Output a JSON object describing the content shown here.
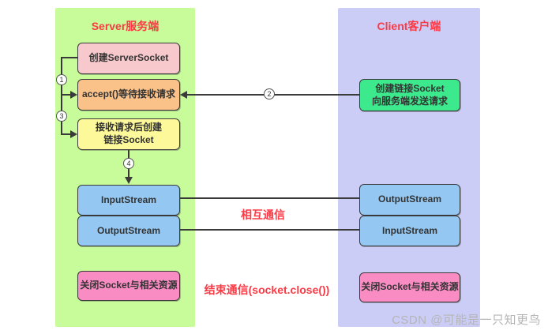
{
  "colors": {
    "server_panel": "#c8fc9a",
    "client_panel": "#cccdf7",
    "pink_box": "#f7c9cc",
    "orange_box": "#fac189",
    "yellow_box": "#fdf99a",
    "blue_box": "#94c8f3",
    "green_box": "#3ce98c",
    "magenta_box": "#fa8cc4",
    "accent_red": "#fb3a45",
    "line": "#3a3a3a",
    "watermark": "#b5b5b5"
  },
  "server": {
    "title": "Server服务端",
    "boxes": {
      "create_serversocket": "创建ServerSocket",
      "accept": "accept()等待接收请求",
      "create_link_socket": "接收请求后创建\n链接Socket",
      "input_stream": "InputStream",
      "output_stream": "OutputStream",
      "close_socket": "关闭Socket与相关资源"
    }
  },
  "client": {
    "title": "Client客户端",
    "boxes": {
      "create_socket": "创建链接Socket\n向服务端发送请求",
      "output_stream": "OutputStream",
      "input_stream": "InputStream",
      "close_socket": "关闭Socket与相关资源"
    }
  },
  "steps": {
    "s1": "1",
    "s2": "2",
    "s3": "3",
    "s4": "4"
  },
  "labels": {
    "mutual_comm": "相互通信",
    "end_comm": "结束通信(socket.close())",
    "watermark": "CSDN @可能是一只知更鸟"
  }
}
